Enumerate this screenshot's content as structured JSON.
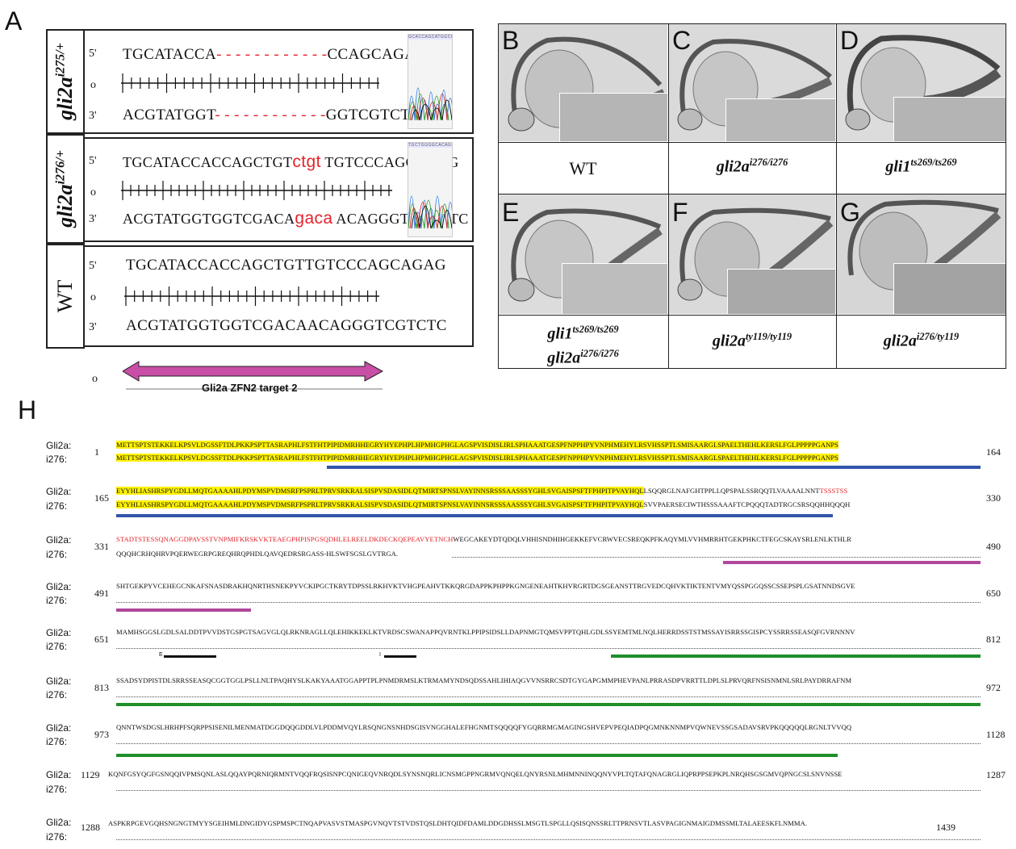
{
  "panel_letters": {
    "A": "A",
    "B": "B",
    "C": "C",
    "D": "D",
    "E": "E",
    "F": "F",
    "G": "G",
    "H": "H"
  },
  "colors": {
    "red": "#e3242b",
    "highlight": "#fff200",
    "blue": "#3355aa",
    "magenta": "#b0479b",
    "green": "#1f8f2a",
    "arrow": "#c84ea6"
  },
  "panelA": {
    "rows": [
      {
        "genotype": "gli2a",
        "sup": "i275/+",
        "five": "5'",
        "mid": "o",
        "three": "3'",
        "top_left": "TGCATACCA",
        "top_gap": "- - - - - - - - - - - -",
        "top_right": "CCAGCAGAG",
        "bot_left": "ACGTATGGT",
        "bot_gap": "- - - - - - - - - - - -",
        "bot_right": "GGTCGTCTC",
        "trace_seq": "GCACCAGCATGGCGGG"
      },
      {
        "genotype": "gli2a",
        "sup": "i276/+",
        "five": "5'",
        "mid": "o",
        "three": "3'",
        "top_left": "TGCATACCACCAGCTGT",
        "top_ins": "ctgt",
        "top_right": "TGTCCCAGCAGAG",
        "bot_left": "ACGTATGGTGGTCGACA",
        "bot_ins": "gaca",
        "bot_right": "ACAGGGTCGTCTC",
        "trace_seq": "TGCTGGGGCACAGCC"
      },
      {
        "genotype": "WT",
        "five": "5'",
        "mid": "o",
        "three": "3'",
        "top": "TGCATACCACCAGCTGTTGTCCCAGCAGAG",
        "bot": "ACGTATGGTGGTCGACAACAGGGTCGTCTC"
      }
    ],
    "arrow_mark": "o",
    "arrow_label": "Gli2a ZFN2 target 2"
  },
  "panelsBG": [
    {
      "letter": "B",
      "gene": "WT",
      "sup": ""
    },
    {
      "letter": "C",
      "gene": "gli2a",
      "sup": "i276/i276"
    },
    {
      "letter": "D",
      "gene": "gli1",
      "sup": "ts269/ts269"
    },
    {
      "letter": "E",
      "gene": "gli1",
      "sup": "ts269/ts269",
      "gene2": "gli2a",
      "sup2": "i276/i276"
    },
    {
      "letter": "F",
      "gene": "gli2a",
      "sup": "ty119/ty119"
    },
    {
      "letter": "G",
      "gene": "gli2a",
      "sup": "i276/ty119"
    }
  ],
  "panelH": {
    "label_a": "Gli2a:",
    "label_b": "i276:",
    "rows": [
      {
        "start": "1",
        "end": "164",
        "a": "METTSPTSTEKKELKPSVLDGSSFTDLPKKPSPTTASRAPHLFSTFHTPIPIDMRHHEGRYHYEPHPLHPMHGPHGLAGSPVISDISLIRLSPHAAATGESPFNPPHPYVNPHMEHYLRSVHSSPTLSMISAARGLSPAELTHEHLKERSLFGLPPPPPGANPS",
        "b": "METTSPTSTEKKELKPSVLDGSSFTDLPKKPSPTTASRAPHLFSTFHTPIPIDMRHHEGRYHYEPHPLHPMHGPHGLAGSPVISDISLIRLSPHAAATGESPFNPPHPYVNPHMEHYLRSVHSSPTLSMISAARGLSPAELTHEHLKERSLFGLPPPPPGANPS"
      },
      {
        "start": "165",
        "end": "330",
        "a_hl": "EYYHLIASHRSPYGDLLMQTGAAAAHLPDYMSPVDMSRFPSPRLTPRVSRKRALSISPVSDASIDLQTMIRTSPNSLVAYINNSRSSSAASSSYGHLSVGAISPSFTFPHPITPVAYHQL",
        "a_rest": "LSQQRGLNAFGHTPPLLQPSPALSSRQQTLVAAAALNNT",
        "a_red": "TSSSTSS",
        "b_hl": "EYYHLIASHRSPYGDLLMQTGAAAAHLPDYMSPVDMSRFPSPRLTPRVSRKRALSISPVSDASIDLQTMIRTSPNSLVAYINNSRSSSAASSSYGHLSVGAISPSFTFPHPITPVAYHQL",
        "b_rest": "SVVPAERSECIWTHSSSAAAFTCPQQQTADTRGCSRSQQHHQQQH"
      },
      {
        "start": "331",
        "end": "490",
        "a_red": "STADTSTESSQNAGGDPAVSSTVNPMIFKRSKVKTEAEGPHPISPGSQDHLELREELDKDECKQEPEAVYETNCH",
        "a_rest": "WEGCAKEYDTQDQLVHHISNDHIHGEKKEFVCRWVECSREQKPFKAQYMLVVHMRRHTGEKPHKCTFEGCSKAYSRLENLKTHLR",
        "b": "QQQHCRHQHRVPQERWEGRPGREQHRQPHDLQAVQEDRSRGASS-HLSWFSGSLGVTRGA."
      },
      {
        "start": "491",
        "end": "650",
        "a": "SHTGEKPYVCEHEGCNKAFSNASDRAKHQNRTHSNEKPYVCKIPGCTKRYTDPSSLRKHVKTVHGPEAHVTKKQRGDAPPKPHPPKGNGENEAHTKHVRGRTDGSGEANSTTRGVEDCQHVKTIKTENTVMYQSSPGGQSSCSSEPSPLGSATNNDSGVE",
        "b": ""
      },
      {
        "start": "651",
        "end": "812",
        "a": "MAMHSGGSLGDLSALDDTPVVDSTGSPGTSAGVGLQLRKNRAGLLQLEHIKKEKLKTVRDSCSWANAPPQVRNTKLPPIPSIDSLLDAPNMGTQMSVPPTQHLGDLSSYEMTMLNQLHERRDSSTSTMSSAYISRRSSGISPCYSSRRSSEASQFGVRNNNV",
        "b": "",
        "mark_e": "E",
        "mark_i": "I"
      },
      {
        "start": "813",
        "end": "972",
        "a": "SSADSYDPISTDLSRRSSEASQCGGTGGLPSLLNLTPAQHYSLKAKYAAATGGAPPTPLPNMDRMSLKTRMAMYNDSQDSSAHLIHIAQGVVNSRRCSDTGYGAPGMMPHEVPANLPRRASDPVRRTTLDPLSLPRVQRFNSISNMNLSRLPAYDRRAFNM",
        "b": ""
      },
      {
        "start": "973",
        "end": "1128",
        "a": "QNNTWSDGSLHRHPFSQRPPSISENILMENMATDGGDQQGDDLVLPDDMVQYLRSQNGNSNHDSGISVNGGHALEFHGNMTSQQQQFYGQRRMGMAGINGSHVEPVPEQIADPQGMNKNNMPVQWNEVSSGSADAVSRVPKQQQQQLRGNLTVVQQ",
        "b": ""
      },
      {
        "start": "1129",
        "end": "1287",
        "a": "KQNFGSYQGFGSNQQIVPMSQNLASLQQAYPQRNIQRMNTVQQFRQSISNPCQNIGEQVNRQDLSYNSNQRLICNSMGPPNGRMVQNQELQNYRSNLMHMNNINQQNYVPLTQTAFQNAGRGLIQPRPPSEPKPLNRQHSGSGMVQPNGCSLSNVNSSE",
        "b": ""
      },
      {
        "start": "1288",
        "end": "1439",
        "a": "ASPKRPGEVGQHSNGNGTMYYSGEIHMLDNGIDYGSPMSPCTNQAPVASVSTMASPGVNQVTSTVDSTQSLDHTQIDFDAMLDDGDHSSLMSGTLSPGLLQSISQNSSRLTTPRNSVTLASVPAGIGNMAIGDMSSMLTALAEESKFLNMMA.",
        "b": ""
      }
    ]
  }
}
